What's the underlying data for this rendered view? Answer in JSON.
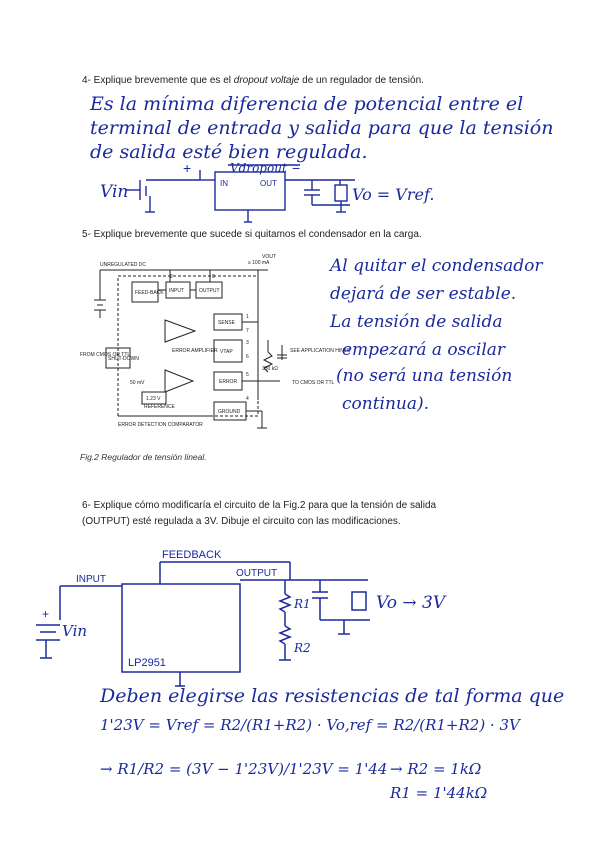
{
  "q4": {
    "prefix": "4- Explique brevemente que es el ",
    "italic": "dropout voltaje",
    "suffix": " de un regulador de tensión.",
    "answer": [
      "Es la mínima diferencia de potencial entre el",
      "terminal de entrada y salida para que la tensión",
      "de salida esté bien regulada."
    ],
    "sketch": {
      "vdropout": "Vdropout",
      "plus": "+",
      "minus": "−",
      "in_label": "IN",
      "out_label": "OUT",
      "vin": "Vin",
      "vout": "Vo = Vref."
    }
  },
  "q5": {
    "question": "5- Explique brevemente que sucede si quitamos el condensador en la carga.",
    "answer": [
      "Al quitar el condensador",
      "dejará de ser estable.",
      "La tensión de salida",
      "empezará a oscilar",
      "(no será una tensión",
      "continua)."
    ],
    "figure": {
      "unregulated_dc": "UNREGULATED DC",
      "input_top": "INPUT",
      "output_top": "OUTPUT",
      "feedback": "FEED-BACK",
      "input": "INPUT",
      "output": "OUTPUT",
      "error_amp": "ERROR AMPLIFIER",
      "sense": "SENSE",
      "vtap": "VTAP",
      "error": "ERROR",
      "ground": "GROUND",
      "shutdown": "SHUT-DOWN",
      "from_cmos": "FROM CMOS OR TTL",
      "to_cmos": "TO CMOS OR TTL",
      "see_app": "SEE APPLICATION HINTS",
      "reference": "REFERENCE",
      "ref_v": "1.23 V",
      "res": "330 kΩ",
      "mv": "50 mV",
      "vout_note": "VOUT",
      "load_note": "≥ 100 mA",
      "error_comp": "ERROR DETECTION COMPARATOR",
      "pins": [
        "1",
        "2",
        "3",
        "4",
        "5",
        "6",
        "7",
        "8"
      ]
    },
    "caption": "Fig.2 Regulador de tensión lineal."
  },
  "q6": {
    "question_line1": "6- Explique cómo modificaría el circuito de la Fig.2 para que la tensión de salida",
    "question_line2": "(OUTPUT) esté regulada a 3V. Dibuje el circuito con las modificaciones.",
    "sketch": {
      "feedback": "FEEDBACK",
      "input": "INPUT",
      "output": "OUTPUT",
      "chip": "LP2951",
      "vin": "Vin",
      "plus": "+",
      "r1": "R1",
      "r2": "R2",
      "vout": "Vo → 3V"
    },
    "answer_intro": "Deben elegirse las resistencias de tal forma que",
    "eq1": "1'23V = Vref = R2/(R1+R2) · Vo,ref = R2/(R1+R2) · 3V",
    "eq2": "→ R1/R2 = (3V − 1'23V)/1'23V = 1'44",
    "result1": "→ R2 = 1kΩ",
    "result2": "R1 = 1'44kΩ"
  }
}
